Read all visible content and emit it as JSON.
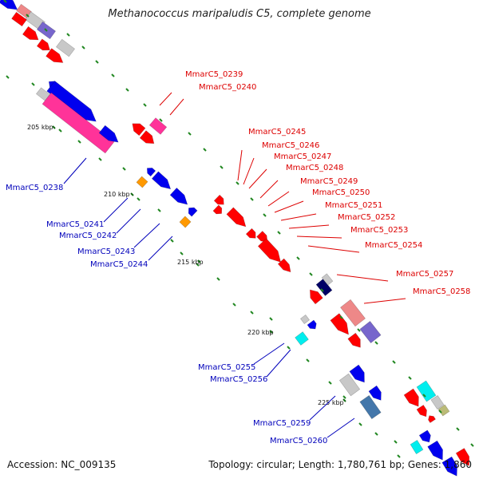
{
  "title": "Methanococcus maripaludis C5, complete genome",
  "footer": {
    "accession": "Accession: NC_009135",
    "topology": "Topology: circular; Length: 1,780,761 bp; Genes: 1,860"
  },
  "scale_labels": [
    "205 kbp",
    "210 kbp",
    "215 kbp",
    "220 kbp",
    "225 kbp"
  ],
  "colors": {
    "red": "#ff0000",
    "blue": "#0000ee",
    "pink": "#ff3399",
    "orange": "#ff9900",
    "cyan": "#00eeee",
    "navy": "#000066",
    "steel": "#4477aa",
    "gray": "#c8c8c8",
    "light_red": "#ee8888",
    "purple": "#7766cc",
    "khaki": "#bbbb77",
    "tick": "#228822",
    "backbone": "#888888",
    "label_red": "#dd0000",
    "label_blue": "#0000bb"
  },
  "red_labels": [
    "MmarC5_0239",
    "MmarC5_0240",
    "MmarC5_0245",
    "MmarC5_0246",
    "MmarC5_0247",
    "MmarC5_0248",
    "MmarC5_0249",
    "MmarC5_0250",
    "MmarC5_0251",
    "MmarC5_0252",
    "MmarC5_0253",
    "MmarC5_0254",
    "MmarC5_0257",
    "MmarC5_0258"
  ],
  "blue_labels": [
    "MmarC5_0238",
    "MmarC5_0241",
    "MmarC5_0242",
    "MmarC5_0243",
    "MmarC5_0244",
    "MmarC5_0255",
    "MmarC5_0256",
    "MmarC5_0259",
    "MmarC5_0260"
  ]
}
